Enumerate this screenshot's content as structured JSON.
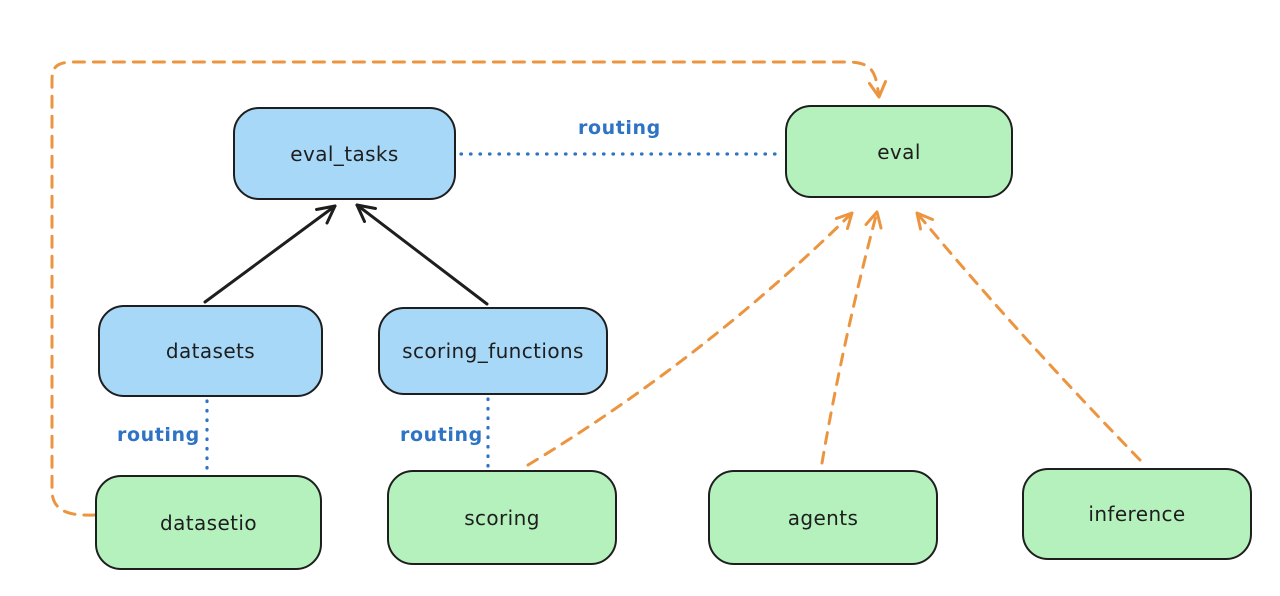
{
  "diagram": {
    "type": "flow-diagram",
    "colors": {
      "stroke": "#1e1e1e",
      "blue_fill": "#a7d8f8",
      "green_fill": "#b5f1bd",
      "blue_line": "#2f74c4",
      "orange_line": "#ec9540"
    },
    "nodes": {
      "eval_tasks": {
        "label": "eval_tasks",
        "color": "blue"
      },
      "eval": {
        "label": "eval",
        "color": "green"
      },
      "datasets": {
        "label": "datasets",
        "color": "blue"
      },
      "scoring_functions": {
        "label": "scoring_functions",
        "color": "blue"
      },
      "datasetio": {
        "label": "datasetio",
        "color": "green"
      },
      "scoring": {
        "label": "scoring",
        "color": "green"
      },
      "agents": {
        "label": "agents",
        "color": "green"
      },
      "inference": {
        "label": "inference",
        "color": "green"
      }
    },
    "edges": [
      {
        "from": "datasets",
        "to": "eval_tasks",
        "style": "solid",
        "arrow": true,
        "color": "black",
        "label": ""
      },
      {
        "from": "scoring_functions",
        "to": "eval_tasks",
        "style": "solid",
        "arrow": true,
        "color": "black",
        "label": ""
      },
      {
        "from": "eval_tasks",
        "to": "eval",
        "style": "dotted",
        "arrow": false,
        "color": "blue",
        "label": "routing"
      },
      {
        "from": "datasets",
        "to": "datasetio",
        "style": "dotted",
        "arrow": false,
        "color": "blue",
        "label": "routing"
      },
      {
        "from": "scoring_functions",
        "to": "scoring",
        "style": "dotted",
        "arrow": false,
        "color": "blue",
        "label": "routing"
      },
      {
        "from": "datasetio",
        "to": "eval",
        "style": "dashed",
        "arrow": true,
        "color": "orange",
        "label": ""
      },
      {
        "from": "scoring",
        "to": "eval",
        "style": "dashed",
        "arrow": true,
        "color": "orange",
        "label": ""
      },
      {
        "from": "agents",
        "to": "eval",
        "style": "dashed",
        "arrow": true,
        "color": "orange",
        "label": ""
      },
      {
        "from": "inference",
        "to": "eval",
        "style": "dashed",
        "arrow": true,
        "color": "orange",
        "label": ""
      }
    ]
  }
}
